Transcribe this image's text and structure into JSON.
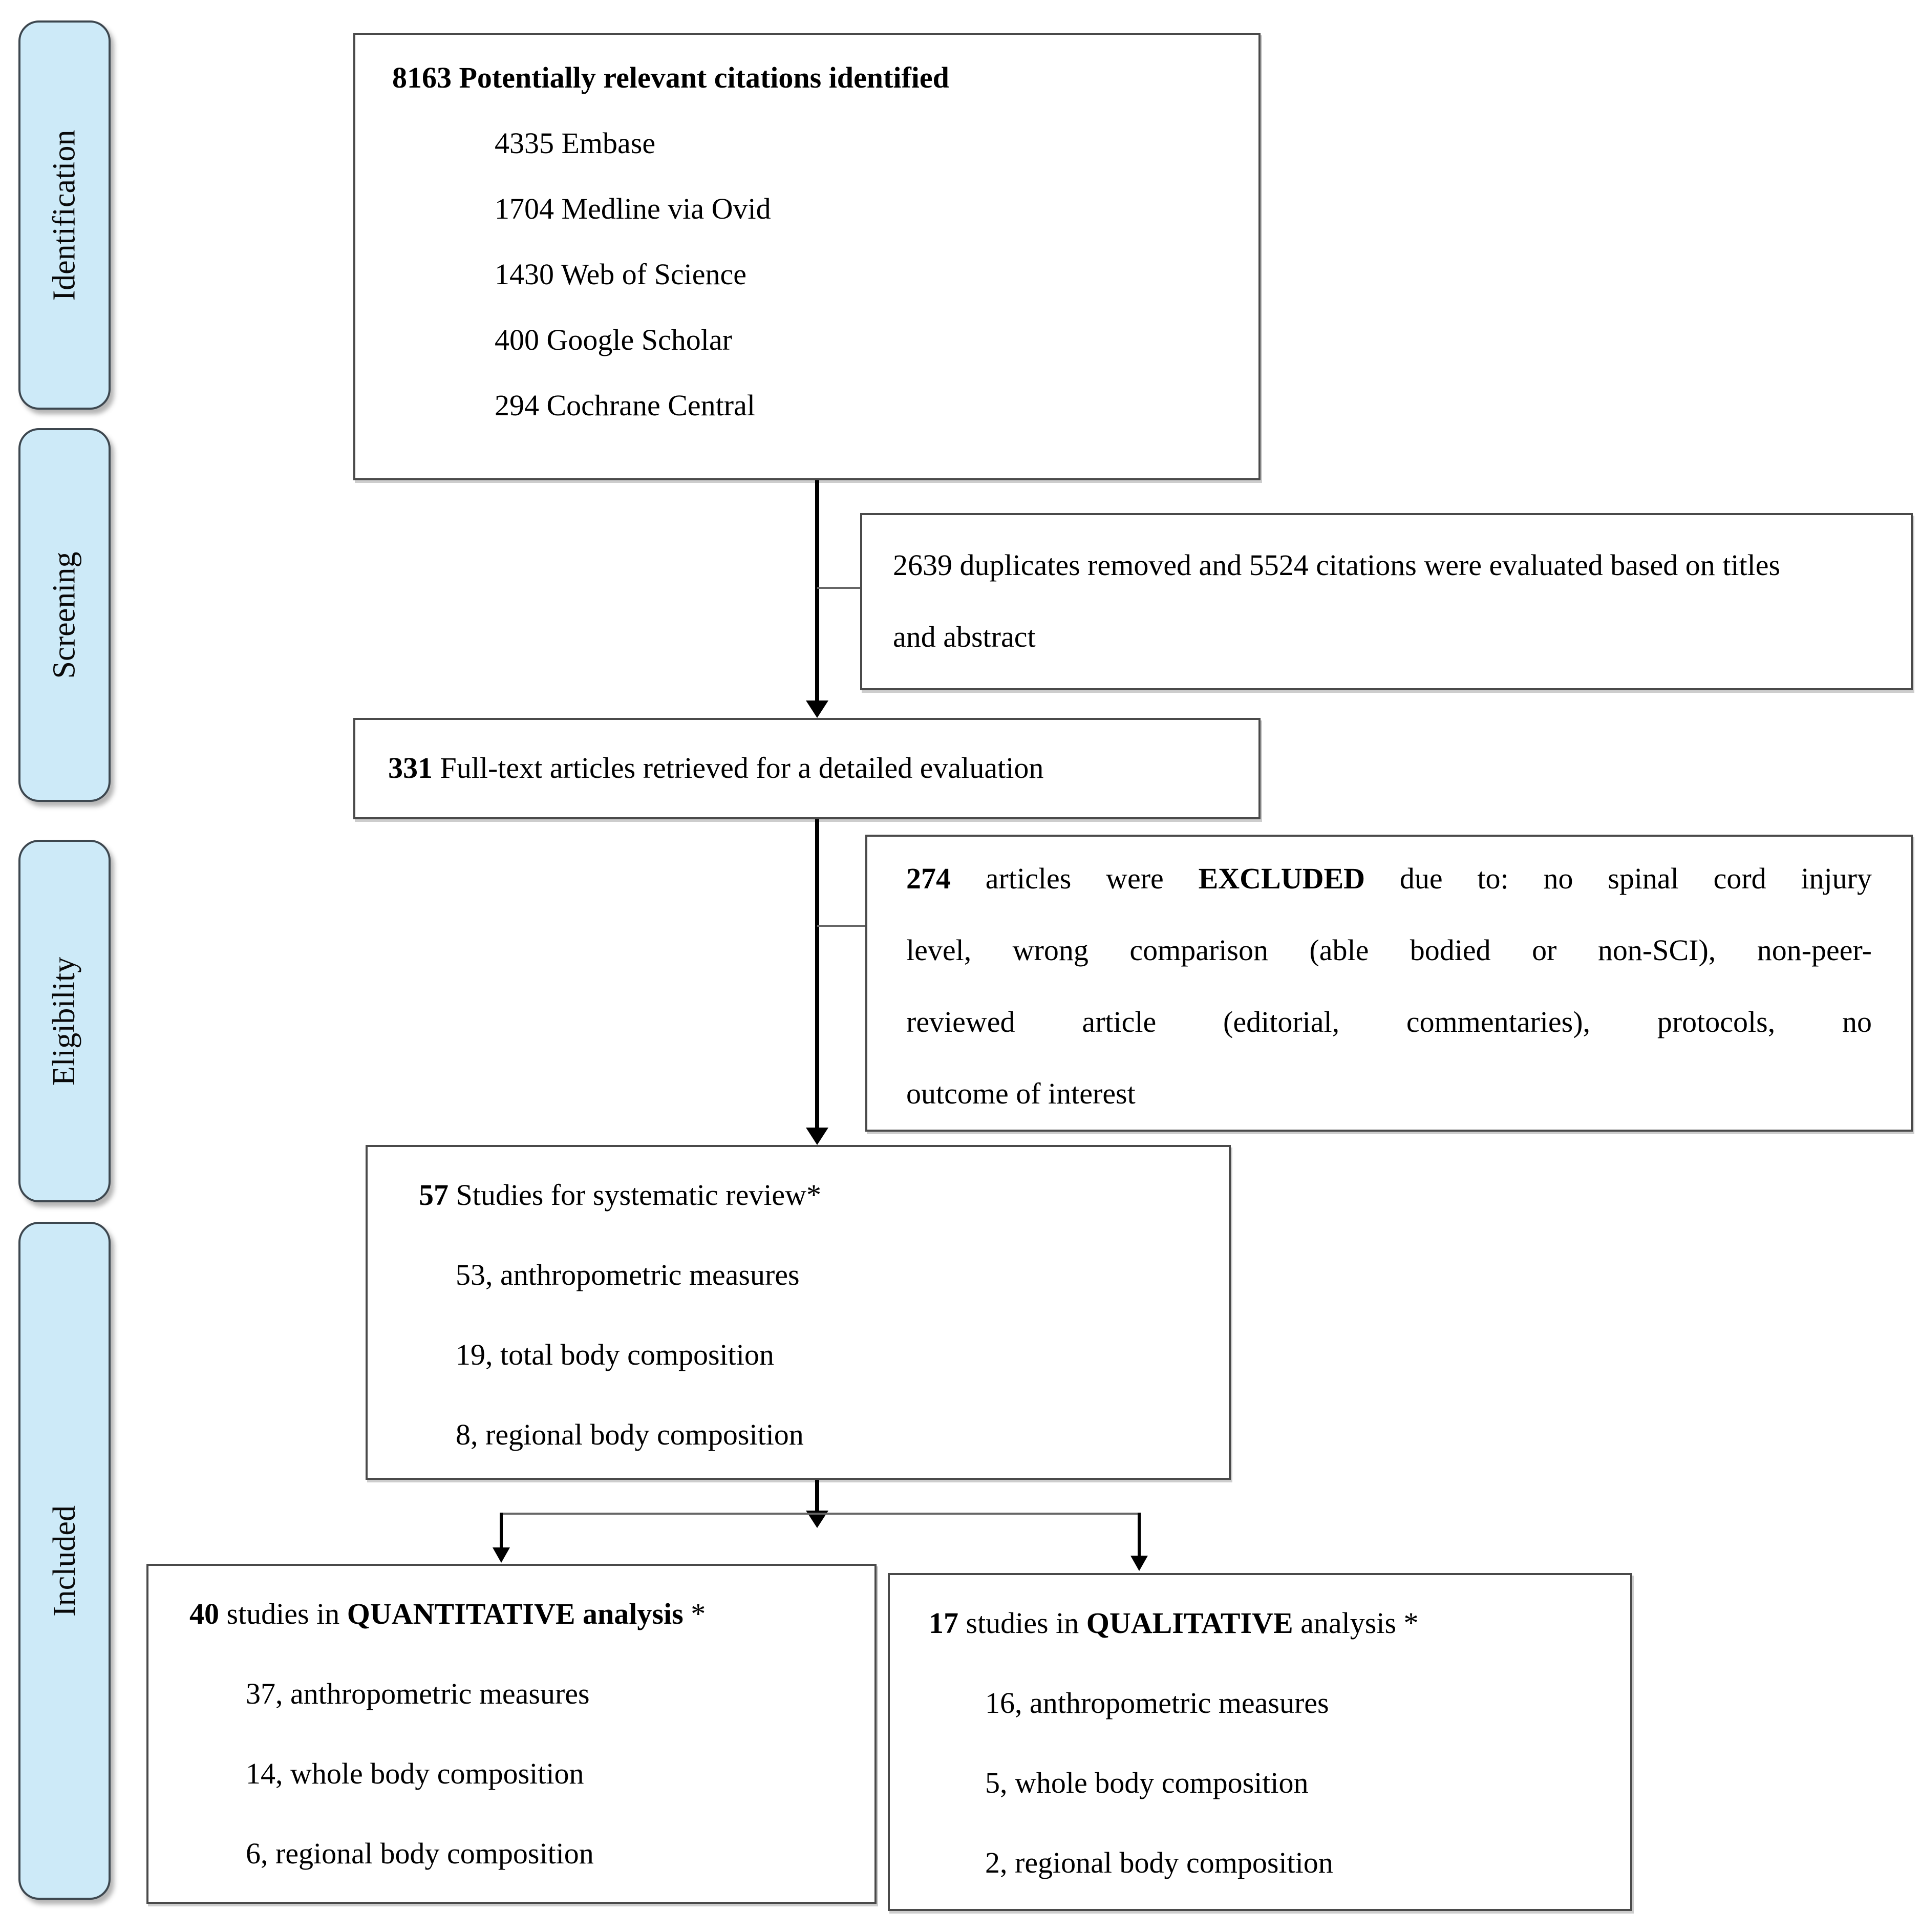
{
  "figure": {
    "type": "prisma-flow-diagram",
    "stages": [
      {
        "label": "Identification"
      },
      {
        "label": "Screening"
      },
      {
        "label": "Eligibility"
      },
      {
        "label": "Included"
      }
    ],
    "identified": {
      "title": "8163 Potentially relevant citations identified",
      "items": [
        "4335 Embase",
        "1704 Medline via Ovid",
        "1430 Web of Science",
        "400 Google Scholar",
        "294 Cochrane Central"
      ]
    },
    "duplicates": {
      "text": "2639 duplicates removed and 5524 citations were evaluated based on titles and abstract"
    },
    "fulltext": {
      "count": "331",
      "label": " Full-text articles retrieved for a detailed evaluation"
    },
    "excluded": {
      "count": "274",
      "seg_a": " articles were ",
      "emph": "EXCLUDED",
      "seg_b": " due to: no spinal cord injury",
      "line2": "level, wrong comparison (able bodied or non-SCI), non-peer-",
      "line3": "reviewed article (editorial, commentaries), protocols, no",
      "line4": "outcome of interest"
    },
    "review": {
      "count": "57",
      "label": " Studies for systematic review*",
      "items": [
        "53, anthropometric measures",
        "19, total body composition",
        "8, regional body composition"
      ]
    },
    "quantitative": {
      "count": "40",
      "seg_a": " studies in ",
      "emph": "QUANTITATIVE analysis",
      "seg_b": " *",
      "items": [
        "37, anthropometric measures",
        "14, whole body composition",
        "6, regional body composition"
      ]
    },
    "qualitative": {
      "count": "17",
      "seg_a": " studies in ",
      "emph": "QUALITATIVE",
      "seg_b": " analysis *",
      "items": [
        "16, anthropometric measures",
        "5, whole body composition",
        "2, regional body composition"
      ]
    },
    "colors": {
      "stage_fill": "#cdeaf8",
      "stage_border": "#3d474f",
      "box_border": "#4a4a4a",
      "connector": "#666666",
      "arrow": "#000000",
      "text": "#000000",
      "background": "#ffffff"
    }
  }
}
